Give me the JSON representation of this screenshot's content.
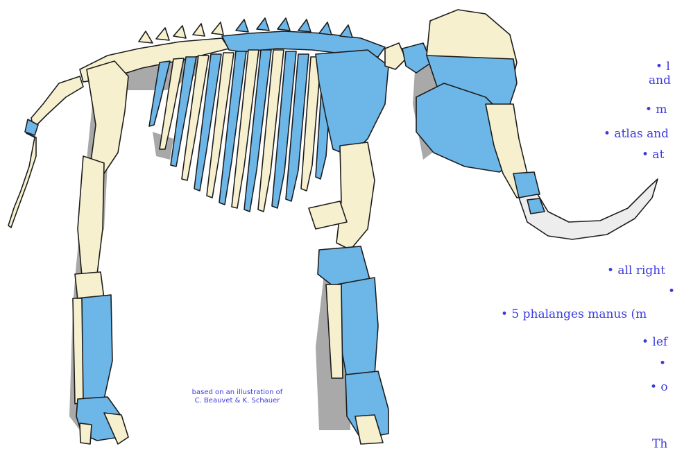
{
  "colors": {
    "bone_found": "#6db6e8",
    "bone_missing": "#f6f0cf",
    "tusk": "#ededed",
    "outline": "#1c1c1c",
    "shadow": "#9a9a9a",
    "label_text": "#3a3adf"
  },
  "labels": {
    "l1": "•   l",
    "l1b": "and",
    "l2": "•   m",
    "l3": "•  atlas and",
    "l4": "•   at",
    "l5": "•   all right",
    "l6": "•",
    "l7": "•   5 phalanges manus (m",
    "l8": "•   lef",
    "l9": "•",
    "l10": "•   o",
    "l11": "Th"
  },
  "credit": {
    "line1": "based on an illustration of",
    "line2": "C. Beauvet & K. Schauer"
  }
}
